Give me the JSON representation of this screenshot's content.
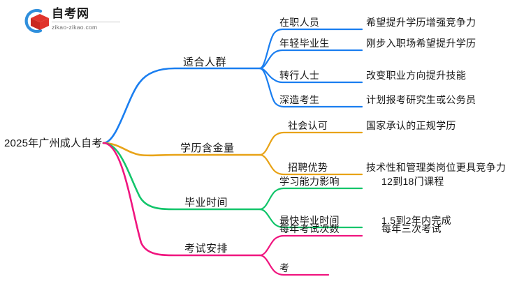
{
  "logo": {
    "name": "zikao-logo",
    "title": "自考网",
    "subtitle": "zikao-zikao.com",
    "mark_icon": "graduation-book-icon",
    "arc_color": "#2f8fdc",
    "cap_color": "#e0342c"
  },
  "mindmap": {
    "root": {
      "label": "2025年广州成人自考"
    },
    "branches": [
      {
        "label": "适合人群",
        "color": "#1a7ef0",
        "children": [
          {
            "label": "在职人员",
            "detail": "希望提升学历增强竞争力"
          },
          {
            "label": "年轻毕业生",
            "detail": "刚步入职场希望提升学历"
          },
          {
            "label": "转行人士",
            "detail": "改变职业方向提升技能"
          },
          {
            "label": "深造考生",
            "detail": "计划报考研究生或公务员"
          }
        ]
      },
      {
        "label": "学历含金量",
        "color": "#e8a317",
        "children": [
          {
            "label": "社会认可",
            "detail": "国家承认的正规学历"
          },
          {
            "label": "招聘优势",
            "detail": "技术性和管理类岗位更具竞争力"
          }
        ]
      },
      {
        "label": "毕业时间",
        "color": "#13c56b",
        "children": [
          {
            "label": "学习能力影响",
            "detail": "12到18门课程"
          },
          {
            "label": "最快毕业时间",
            "detail": "1.5到2年内完成"
          }
        ]
      },
      {
        "label": "考试安排",
        "color": "#f0157f",
        "children": [
          {
            "label": "每年考试次数",
            "detail": "每年三次考试"
          },
          {
            "label": "考",
            "detail": ""
          }
        ]
      }
    ]
  }
}
